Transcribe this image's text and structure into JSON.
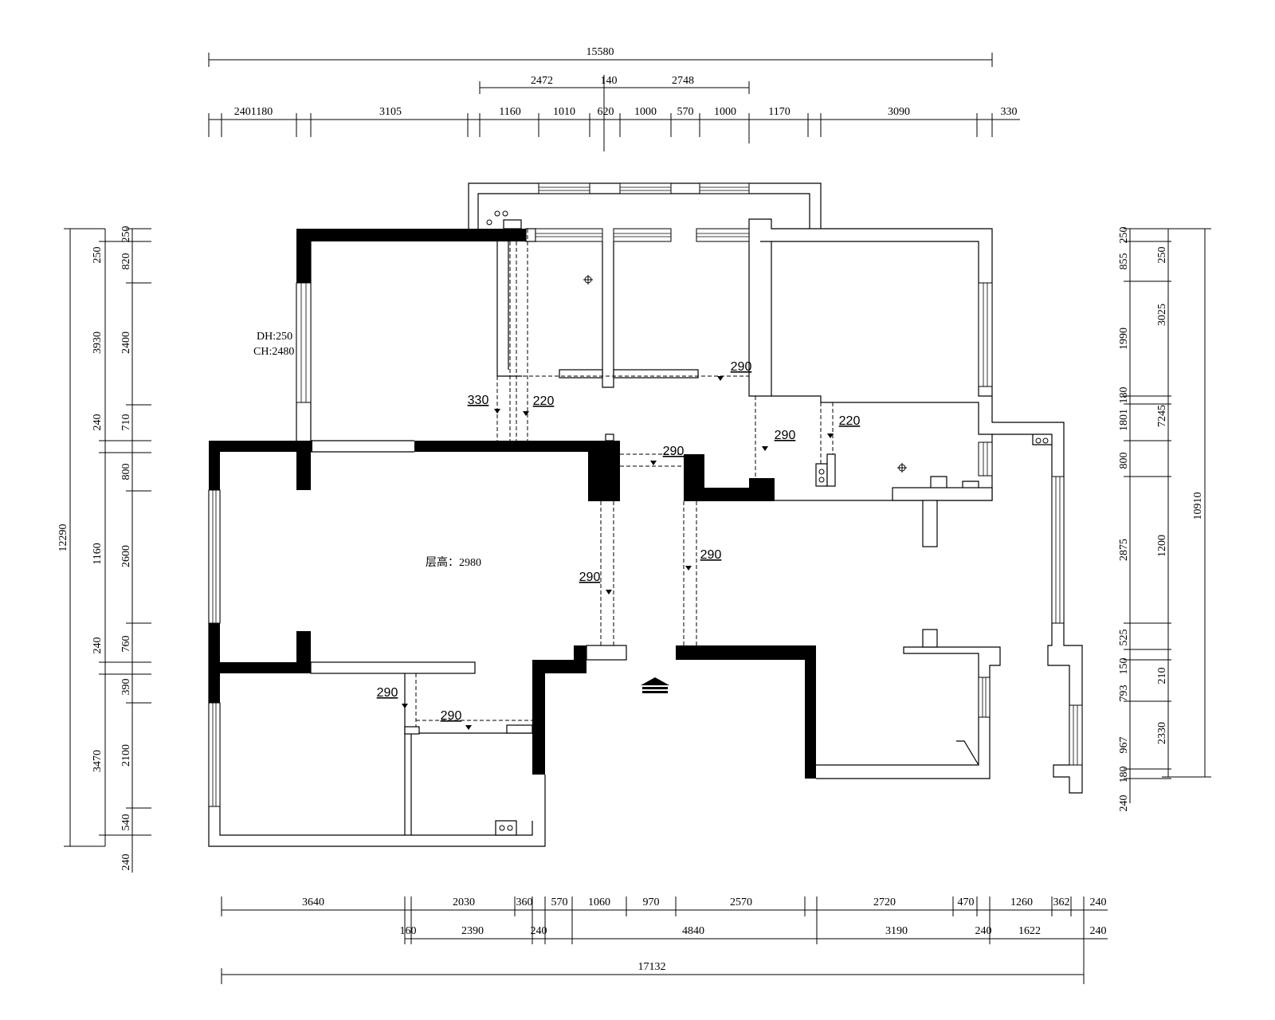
{
  "plan": {
    "top_dims_row1": [
      "15580"
    ],
    "top_dims_row2": [
      "2472",
      "140",
      "2748"
    ],
    "top_dims_row3": [
      "2401180",
      "3105",
      "1160",
      "1010",
      "620",
      "1000",
      "570",
      "1000",
      "1170",
      "3090",
      "330"
    ],
    "bottom_dims_row1": [
      "3640",
      "2030",
      "360",
      "570",
      "1060",
      "970",
      "2570",
      "2720",
      "470",
      "1260",
      "362",
      "240"
    ],
    "bottom_dims_row2": [
      "160",
      "2390",
      "240",
      "4840",
      "3190",
      "240",
      "1622",
      "240"
    ],
    "bottom_dims_row3": [
      "17132"
    ],
    "left_dims_outer": [
      "12290"
    ],
    "left_dims_mid": [
      "250",
      "3930",
      "240",
      "1160",
      "240",
      "3470",
      "240"
    ],
    "left_dims_inner": [
      "250",
      "820",
      "2400",
      "710",
      "800",
      "2600",
      "760",
      "390",
      "2100",
      "540"
    ],
    "right_dims_inner": [
      "250",
      "855",
      "1990",
      "180",
      "1801",
      "800",
      "2875",
      "525",
      "150",
      "793",
      "967",
      "180",
      "240"
    ],
    "right_dims_mid": [
      "250",
      "3025",
      "7245",
      "1200",
      "210",
      "2330"
    ],
    "right_dims_outer": [
      "10910"
    ],
    "ceiling_note": "层高：2980",
    "window_note_1": "DH:250",
    "window_note_2": "CH:2480",
    "beam_marks": {
      "m330": "330",
      "m220a": "220",
      "m290a": "290",
      "m290b": "290",
      "m220b": "220",
      "m290c": "290",
      "m290d": "290",
      "m290e": "290",
      "m290f": "290",
      "m290g": "290"
    }
  }
}
